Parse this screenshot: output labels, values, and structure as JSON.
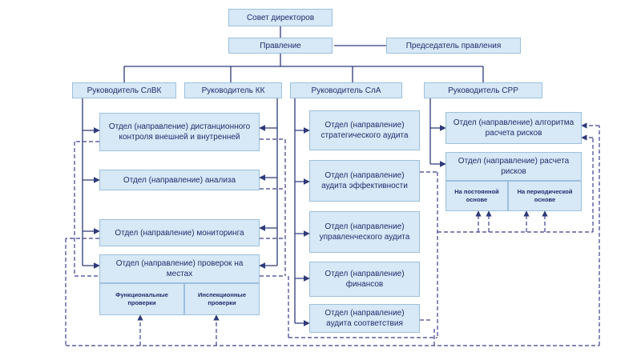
{
  "nodes": {
    "board": "Совет директоров",
    "management": "Правление",
    "chairman": "Председатель правления",
    "head_slvk": "Руководитель СлВК",
    "head_kk": "Руководитель КК",
    "head_sla": "Руководитель СлА",
    "head_srr": "Руководитель СРР",
    "dept_remote": "Отдел (направление) дистанционного контроля внешней и внутренней",
    "dept_analysis": "Отдел (направление) анализа",
    "dept_monitoring": "Отдел (направление) мониторинга",
    "dept_onsite": "Отдел (направление) проверок на местах",
    "functional_checks": "Функциональные проверки",
    "inspection_checks": "Инспекционные проверки",
    "dept_strategic": "Отдел (направление) стратегического аудита",
    "dept_efficiency": "Отдел (направление) аудита эффективности",
    "dept_managerial": "Отдел (направление) управленческого аудита",
    "dept_finance": "Отдел (направление) финансов",
    "dept_compliance": "Отдел (направление) аудита соответствия",
    "dept_risk_algorithm": "Отдел (направление) алгоритма расчета рисков",
    "dept_risk_calc": "Отдел (направление) расчета рисков",
    "permanent_basis": "На постоянной основе",
    "periodic_basis": "На периодической основе"
  },
  "colors": {
    "box_fill": "#d7e8f6",
    "box_border": "#9cc0de",
    "text": "#1f2d6e",
    "solid_line": "#2e3a7a",
    "dashed_line": "#3b3f8f"
  }
}
